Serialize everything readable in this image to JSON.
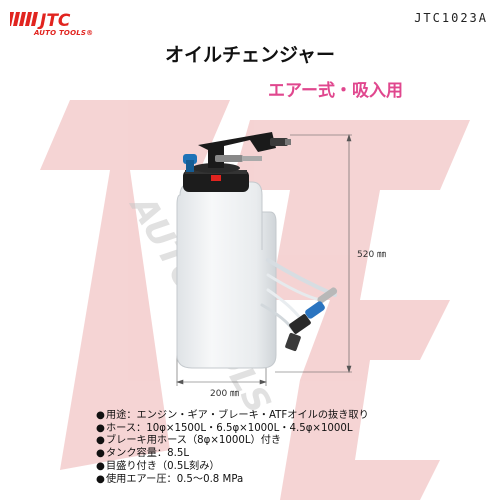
{
  "brand": {
    "logo_text": "JTC",
    "tagline": "AUTO TOOLS®",
    "watermark_text": "AUTO TOOLS",
    "brand_color": "#e1241f"
  },
  "header": {
    "model": "JTC1023A",
    "title": "オイルチェンジャー",
    "subtitle": "エアー式・吸入用",
    "subtitle_color": "#e0478e"
  },
  "product": {
    "height_label": "520 ㎜",
    "width_label": "200 ㎜"
  },
  "specs": [
    "用途：エンジン・ギア・ブレーキ・ATFオイルの抜き取り",
    "ホース：10φ×1500L・6.5φ×1000L・4.5φ×1000L",
    "ブレーキ用ホース（8φ×1000L）付き",
    "タンク容量：8.5L",
    "目盛り付き（0.5L刻み）",
    "使用エアー圧：0.5〜0.8 MPa"
  ],
  "bullet": "●"
}
